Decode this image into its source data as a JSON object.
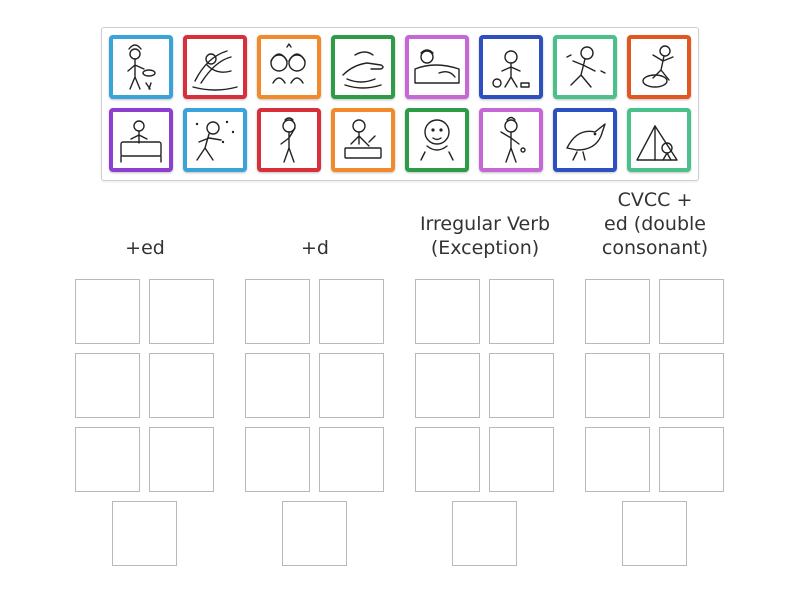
{
  "colors": {
    "card_borders": [
      "#3aa3d9",
      "#d8303b",
      "#f2892b",
      "#2e9b47",
      "#c667d6",
      "#2e4fbf",
      "#4cc08a",
      "#e2561f",
      "#8c3fd0",
      "#3aa3d9",
      "#d8303b",
      "#f2892b",
      "#2e9b47",
      "#c667d6",
      "#2e4fbf",
      "#4cc08a"
    ],
    "slot_border": "#b9b9b9",
    "tray_border": "#cfcfcf"
  },
  "cards": [
    {
      "icon": "chef-cooking-icon"
    },
    {
      "icon": "girl-swimming-icon"
    },
    {
      "icon": "two-girls-icon"
    },
    {
      "icon": "hand-pointing-icon"
    },
    {
      "icon": "child-sleeping-icon"
    },
    {
      "icon": "child-playing-icon"
    },
    {
      "icon": "boy-running-icon"
    },
    {
      "icon": "child-jumping-icon"
    },
    {
      "icon": "boy-in-bed-icon"
    },
    {
      "icon": "boy-walking-snow-icon"
    },
    {
      "icon": "boy-waving-icon"
    },
    {
      "icon": "boy-writing-icon"
    },
    {
      "icon": "baby-crawling-icon"
    },
    {
      "icon": "boy-thinking-icon"
    },
    {
      "icon": "bird-icon"
    },
    {
      "icon": "child-in-tent-icon"
    }
  ],
  "groups": [
    {
      "heading_lines": [
        "+ed"
      ]
    },
    {
      "heading_lines": [
        "+d"
      ]
    },
    {
      "heading_lines": [
        "Irregular Verb",
        "(Exception)"
      ]
    },
    {
      "heading_lines": [
        "CVCC +",
        "ed (double",
        "consonant)"
      ]
    }
  ]
}
